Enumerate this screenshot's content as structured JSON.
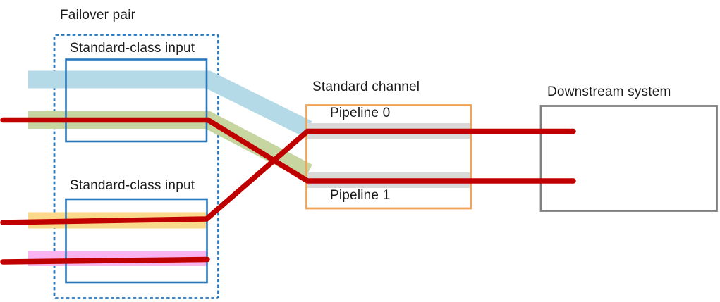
{
  "diagram": {
    "failover_pair": {
      "title": "Failover pair",
      "inputs": [
        {
          "label": "Standard-class input"
        },
        {
          "label": "Standard-class input"
        }
      ]
    },
    "standard_channel": {
      "title": "Standard channel",
      "pipelines": [
        {
          "label": "Pipeline 0"
        },
        {
          "label": "Pipeline 1"
        }
      ]
    },
    "downstream": {
      "title": "Downstream system"
    }
  },
  "colors": {
    "background": "#ffffff",
    "text": "#1a1a1a",
    "box-blue": "#2878be",
    "box-orange": "#f0a458",
    "box-gray": "#808080",
    "band-blue": "#b4d9e7",
    "band-green": "#c7d5a0",
    "band-yellow": "#fbd98a",
    "band-pink": "#f9b3ef",
    "band-gray": "#d9d9d9",
    "line-red": "#c00000"
  }
}
